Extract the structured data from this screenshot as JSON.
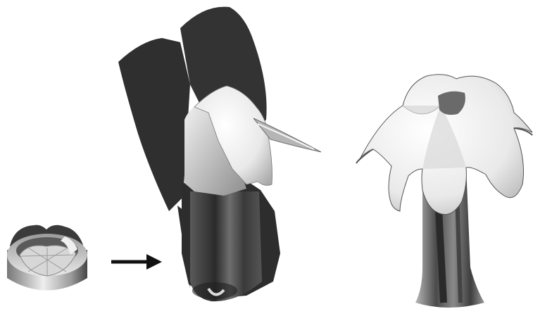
{
  "figure": {
    "panels": [
      {
        "id": "bud",
        "description_visible_text": ""
      },
      {
        "id": "opening-flower",
        "description_visible_text": ""
      },
      {
        "id": "open-flower",
        "description_visible_text": ""
      }
    ],
    "arrow": {
      "direction": "right"
    },
    "colors": {
      "background": "#ffffff",
      "dark_tissue": "#2e2e2e",
      "mid_tissue": "#7a7a7a",
      "light_tissue": "#f2f2f2",
      "arrow": "#111111"
    }
  }
}
